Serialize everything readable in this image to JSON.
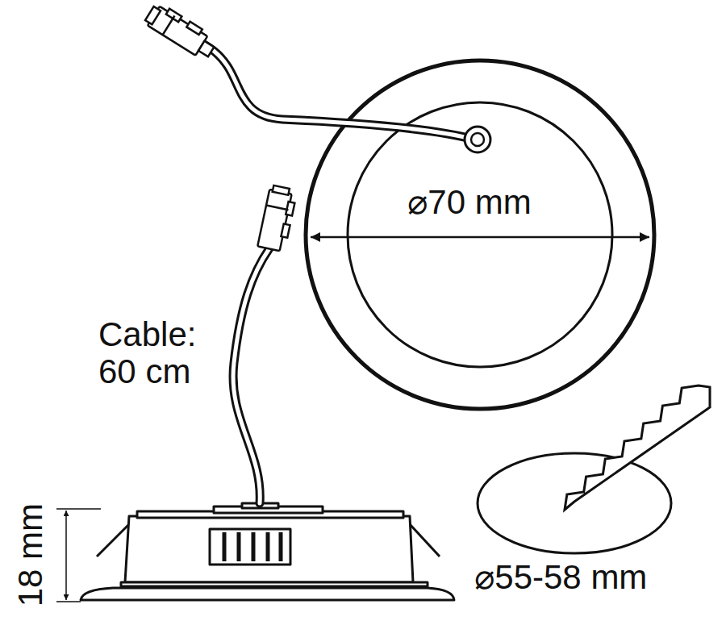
{
  "diagram": {
    "labels": [
      "⌀70 mm",
      "Cable: 60 cm",
      "18 mm",
      "⌀55-58 mm"
    ]
  }
}
